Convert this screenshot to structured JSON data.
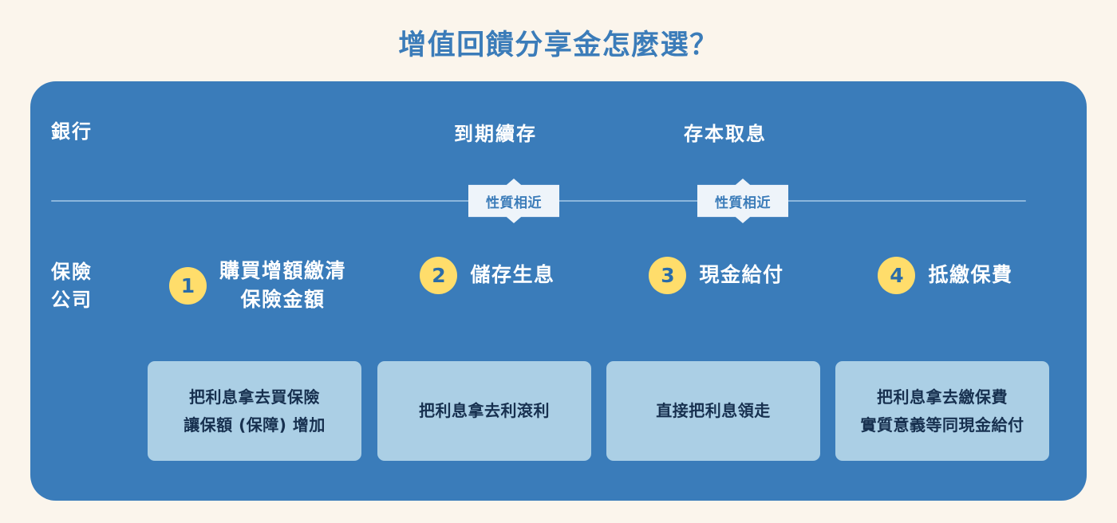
{
  "title": "增值回饋分享金怎麼選？",
  "colors": {
    "page_background": "#fbf5ec",
    "panel_blue": "#3a7cba",
    "title_blue": "#3b7cb9",
    "badge_background": "#eef4fa",
    "number_circle_yellow": "#ffdd6b",
    "card_background": "#abcfe5",
    "card_text": "#17304f",
    "divider": "#8cb6dc"
  },
  "rows": {
    "bank": {
      "label": "銀行",
      "items": [
        {
          "label": "到期續存"
        },
        {
          "label": "存本取息"
        }
      ]
    },
    "insurance": {
      "label_line1": "保險",
      "label_line2": "公司",
      "options": [
        {
          "number": "1",
          "title_line1": "購買增額繳清",
          "title_line2": "保險金額",
          "desc_line1": "把利息拿去買保險",
          "desc_line2": "讓保額 (保障) 增加"
        },
        {
          "number": "2",
          "title_line1": "儲存生息",
          "title_line2": "",
          "desc_line1": "把利息拿去利滾利",
          "desc_line2": ""
        },
        {
          "number": "3",
          "title_line1": "現金給付",
          "title_line2": "",
          "desc_line1": "直接把利息領走",
          "desc_line2": ""
        },
        {
          "number": "4",
          "title_line1": "抵繳保費",
          "title_line2": "",
          "desc_line1": "把利息拿去繳保費",
          "desc_line2": "實質意義等同現金給付"
        }
      ]
    }
  },
  "badges": [
    {
      "label": "性質相近"
    },
    {
      "label": "性質相近"
    }
  ]
}
